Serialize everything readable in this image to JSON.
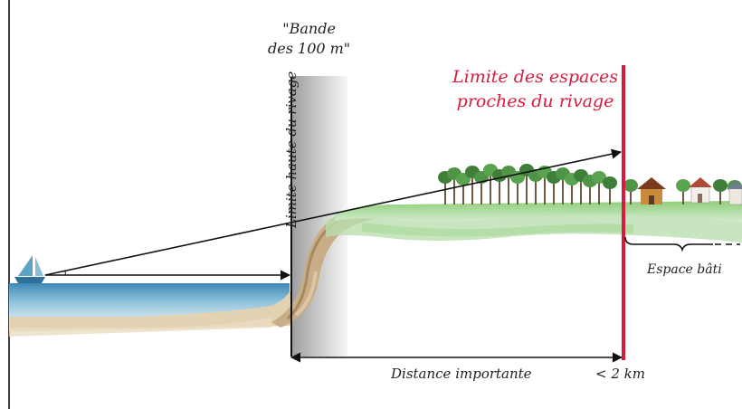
{
  "labels": {
    "band_line1": "\"Bande",
    "band_line2": "des 100 m\"",
    "limit_line1": "Limite des espaces",
    "limit_line2": "proches du rivage",
    "high_limit": "Limite haute du rivage",
    "built_space": "Espace bâti",
    "distance": "Distance importante",
    "max_distance": "< 2 km"
  },
  "colors": {
    "limit_red": "#d81b3c",
    "water": "#6fa8c9",
    "sand": "#d9c3a0",
    "grass": "#9fd08a",
    "band_gray": "#bdbdbd"
  },
  "icons": [
    "sailboat-icon",
    "tree-icon",
    "house-icon"
  ]
}
